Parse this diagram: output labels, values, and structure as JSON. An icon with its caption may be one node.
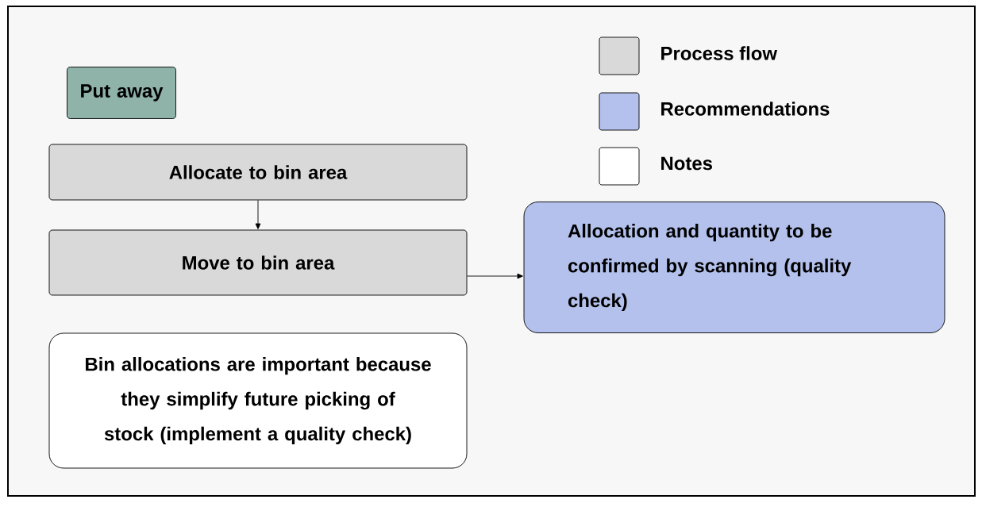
{
  "diagram": {
    "nodes": [
      {
        "text": [
          "Put away"
        ]
      },
      {
        "text": [
          "Allocate to bin area"
        ]
      },
      {
        "text": [
          "Move to bin area"
        ]
      },
      {
        "text": [
          "Allocation and quantity to be confirmed by scanning (quality check)"
        ]
      },
      {
        "text": [
          "Bin allocations are important because they simplify future picking of stock (implement a quality check)"
        ]
      }
    ],
    "edges": [
      {
        "from": 1,
        "to": 2,
        "arrow": "to"
      },
      {
        "from": 2,
        "to": 3,
        "arrow": "to"
      }
    ],
    "legend": [
      {
        "text": "Process flow",
        "color": "#d9d9d9"
      },
      {
        "text": "Recommendations",
        "color": "#b3c1ec"
      },
      {
        "text": "Notes",
        "color": "#ffffff"
      }
    ]
  }
}
